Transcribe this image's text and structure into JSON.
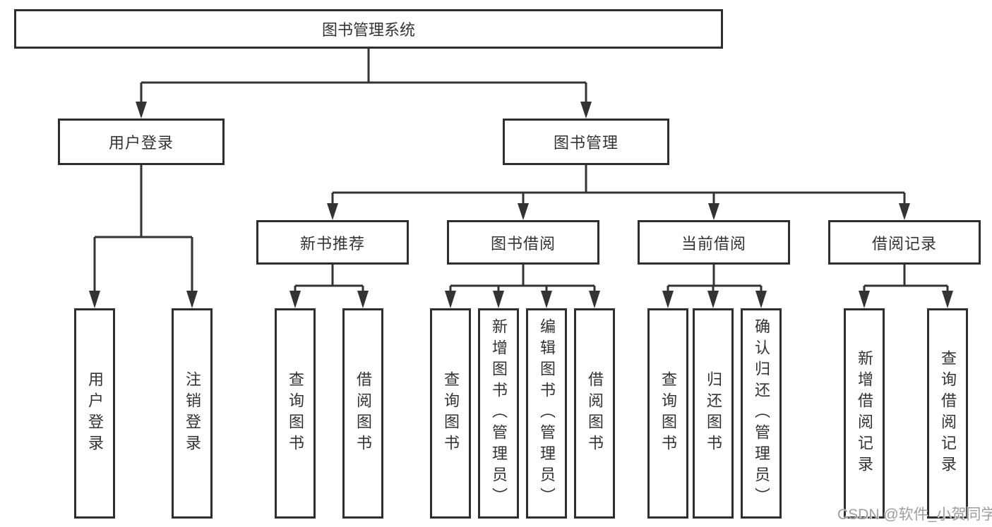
{
  "diagram": {
    "root": {
      "label": "图书管理系统",
      "children": [
        {
          "label": "用户登录",
          "children": [
            {
              "label": "用户登录"
            },
            {
              "label": "注销登录"
            }
          ]
        },
        {
          "label": "图书管理",
          "children": [
            {
              "label": "新书推荐",
              "children": [
                {
                  "label": "查询图书"
                },
                {
                  "label": "借阅图书"
                }
              ]
            },
            {
              "label": "图书借阅",
              "children": [
                {
                  "label": "查询图书"
                },
                {
                  "label": "新增图书（管理员）"
                },
                {
                  "label": "编辑图书（管理员）"
                },
                {
                  "label": "借阅图书"
                }
              ]
            },
            {
              "label": "当前借阅",
              "children": [
                {
                  "label": "查询图书"
                },
                {
                  "label": "归还图书"
                },
                {
                  "label": "确认归还（管理员）"
                }
              ]
            },
            {
              "label": "借阅记录",
              "children": [
                {
                  "label": "新增借阅记录"
                },
                {
                  "label": "查询借阅记录"
                }
              ]
            }
          ]
        }
      ]
    }
  },
  "watermark": {
    "text": "CSDN @软件_小贺同学"
  },
  "colors": {
    "line": "#333333",
    "box_border": "#2e2e2e",
    "text": "#333333",
    "watermark": "#98989e",
    "background": "#ffffff"
  }
}
